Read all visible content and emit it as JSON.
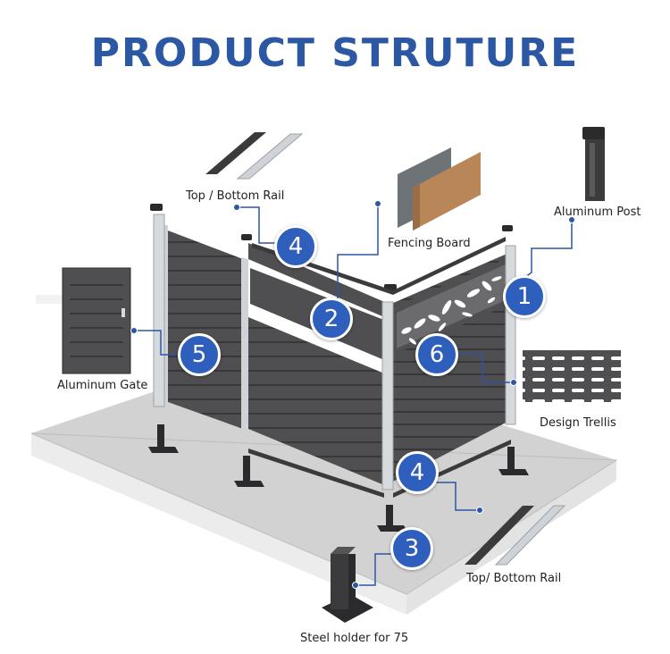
{
  "title": "PRODUCT STRUTURE",
  "colors": {
    "title": "#2b57a3",
    "badge": "#2e5fbd",
    "leader": "#2b57a3",
    "board": "#4f4f51",
    "aluminum": "#cfd2d6"
  },
  "labels": {
    "top_rail_1": "Top / Bottom Rail",
    "aluminum_post": "Aluminum Post",
    "fencing_board": "Fencing Board",
    "aluminum_gate": "Aluminum Gate",
    "design_trellis": "Design Trellis",
    "top_rail_2": "Top/ Bottom Rail",
    "steel_holder": "Steel holder for 75"
  },
  "badges": {
    "b1": "1",
    "b2": "2",
    "b3": "3",
    "b4_upper": "4",
    "b4_lower": "4",
    "b5": "5",
    "b6": "6"
  }
}
